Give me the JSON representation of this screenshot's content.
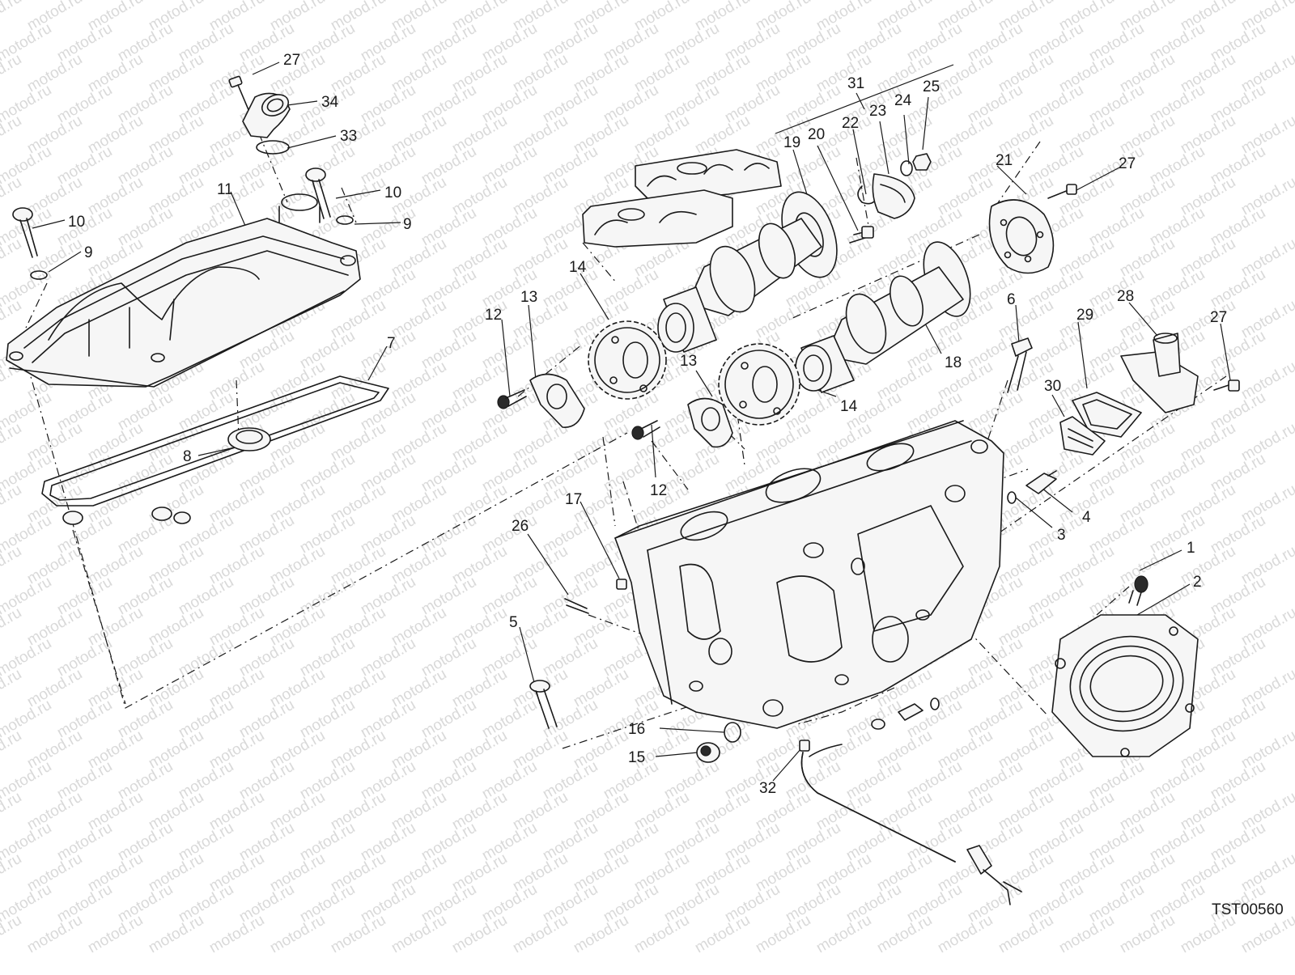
{
  "diagram_code": "TST00560",
  "watermark": "motod.ru",
  "callouts": [
    {
      "id": "c27a",
      "label": "27"
    },
    {
      "id": "c34",
      "label": "34"
    },
    {
      "id": "c33",
      "label": "33"
    },
    {
      "id": "c11",
      "label": "11"
    },
    {
      "id": "c10a",
      "label": "10"
    },
    {
      "id": "c10b",
      "label": "10"
    },
    {
      "id": "c9a",
      "label": "9"
    },
    {
      "id": "c9b",
      "label": "9"
    },
    {
      "id": "c7",
      "label": "7"
    },
    {
      "id": "c8",
      "label": "8"
    },
    {
      "id": "c31",
      "label": "31"
    },
    {
      "id": "c19",
      "label": "19"
    },
    {
      "id": "c20",
      "label": "20"
    },
    {
      "id": "c22",
      "label": "22"
    },
    {
      "id": "c23",
      "label": "23"
    },
    {
      "id": "c24",
      "label": "24"
    },
    {
      "id": "c25",
      "label": "25"
    },
    {
      "id": "c21",
      "label": "21"
    },
    {
      "id": "c27b",
      "label": "27"
    },
    {
      "id": "c14a",
      "label": "14"
    },
    {
      "id": "c13a",
      "label": "13"
    },
    {
      "id": "c12a",
      "label": "12"
    },
    {
      "id": "c13b",
      "label": "13"
    },
    {
      "id": "c18",
      "label": "18"
    },
    {
      "id": "c14b",
      "label": "14"
    },
    {
      "id": "c6",
      "label": "6"
    },
    {
      "id": "c29",
      "label": "29"
    },
    {
      "id": "c28",
      "label": "28"
    },
    {
      "id": "c27c",
      "label": "27"
    },
    {
      "id": "c30",
      "label": "30"
    },
    {
      "id": "c12b",
      "label": "12"
    },
    {
      "id": "c4",
      "label": "4"
    },
    {
      "id": "c3",
      "label": "3"
    },
    {
      "id": "c17",
      "label": "17"
    },
    {
      "id": "c26",
      "label": "26"
    },
    {
      "id": "c5",
      "label": "5"
    },
    {
      "id": "c1",
      "label": "1"
    },
    {
      "id": "c2",
      "label": "2"
    },
    {
      "id": "c16",
      "label": "16"
    },
    {
      "id": "c15",
      "label": "15"
    },
    {
      "id": "c32",
      "label": "32"
    }
  ]
}
